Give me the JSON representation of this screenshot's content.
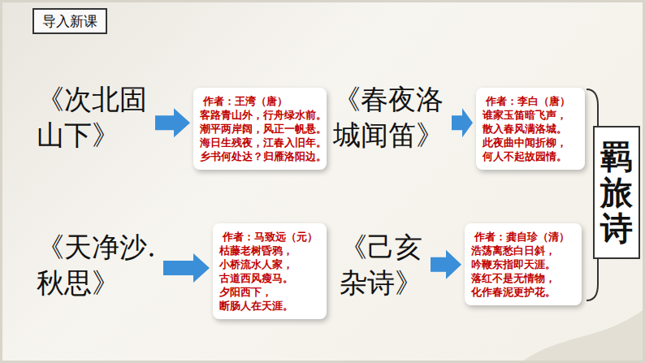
{
  "diagram": {
    "nodes": [
      {
        "text": [
          "导入新课"
        ]
      },
      {
        "text": [
          "《次北固山下》"
        ]
      },
      {
        "text": [
          "作者：王湾（唐）",
          "客路青山外，行舟绿水前。",
          "潮平两岸阔，风正一帆悬。",
          "海日生残夜，江春入旧年。",
          "乡书何处达？归雁洛阳边。"
        ]
      },
      {
        "text": [
          "《春夜洛城闻笛》"
        ]
      },
      {
        "text": [
          "作者：李白（唐）",
          "谁家玉笛暗飞声，",
          "散入春风满洛城。",
          "此夜曲中闻折柳，",
          "何人不起故园情。"
        ]
      },
      {
        "text": [
          "《天净沙.秋思》"
        ]
      },
      {
        "text": [
          "作者：马致远（元）",
          "枯藤老树昏鸦，",
          "小桥流水人家，",
          "古道西风瘦马。",
          "夕阳西下，",
          "断肠人在天涯。"
        ]
      },
      {
        "text": [
          "《己亥杂诗》"
        ]
      },
      {
        "text": [
          "作者：龚自珍（清）",
          "浩荡离愁白日斜，",
          "吟鞭东指即天涯。",
          "落红不是无情物，",
          "化作春泥更护花。"
        ]
      },
      {
        "text": [
          "羁旅诗"
        ]
      }
    ],
    "edges": [
      {
        "from": 1,
        "to": 2,
        "arrow": "to"
      },
      {
        "from": 2,
        "to": 3,
        "arrow": "to"
      },
      {
        "from": 3,
        "to": 4,
        "arrow": "to"
      },
      {
        "from": 5,
        "to": 6,
        "arrow": "to"
      },
      {
        "from": 7,
        "to": 8,
        "arrow": "to"
      }
    ]
  }
}
